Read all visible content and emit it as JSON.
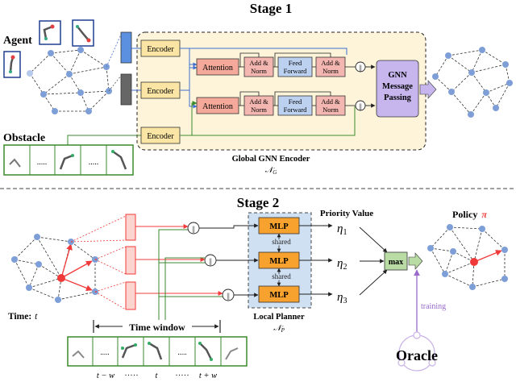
{
  "stage1": {
    "title": "Stage 1",
    "agent_label": "Agent",
    "obstacle_label": "Obstacle",
    "encoder_label": "Encoder",
    "attention_label": "Attention",
    "add_norm_line1": "Add &",
    "add_norm_line2": "Norm",
    "feed_forward_line1": "Feed",
    "feed_forward_line2": "Forward",
    "concat_symbol": "||",
    "gnn_line1": "GNN",
    "gnn_line2": "Message",
    "gnn_line3": "Passing",
    "dots": ".....",
    "global_encoder_label": "Global GNN Encoder",
    "global_encoder_symbol": "𝒩",
    "global_encoder_sub": "G"
  },
  "stage2": {
    "title": "Stage 2",
    "time_label": "Time:",
    "time_var": "t",
    "time_window_label": "Time window",
    "mlp_label": "MLP",
    "shared_label": "shared",
    "priority_label": "Priority Value",
    "eta": "η",
    "eta_subs": [
      "1",
      "2",
      "3"
    ],
    "max_label": "max",
    "policy_label": "Policy",
    "policy_symbol": "π",
    "training_label": "training",
    "oracle_label": "Oracle",
    "local_planner_label": "Local Planner",
    "local_planner_symbol": "𝒩",
    "local_planner_sub": "P",
    "time_ticks": [
      "t − w",
      "·····",
      "t",
      "·····",
      "t + w"
    ],
    "concat_symbol": "||"
  },
  "colors": {
    "encoder_fill": "#fbe5a5",
    "attention_fill": "#f4a99a",
    "add_norm_fill": "#f4b6b0",
    "feed_forward_fill": "#bcd0f0",
    "gnn_fill": "#c7b6ee",
    "global_bg": "#fdf4da",
    "local_bg": "#cfe0f3",
    "mlp_fill": "#f7a12f",
    "max_fill": "#b9dca5",
    "node": "#7d9ed6",
    "red": "#f03a3a",
    "green": "#3b8a2c",
    "blue_arrow": "#3f6fd3",
    "purple": "#9a6bcc"
  }
}
